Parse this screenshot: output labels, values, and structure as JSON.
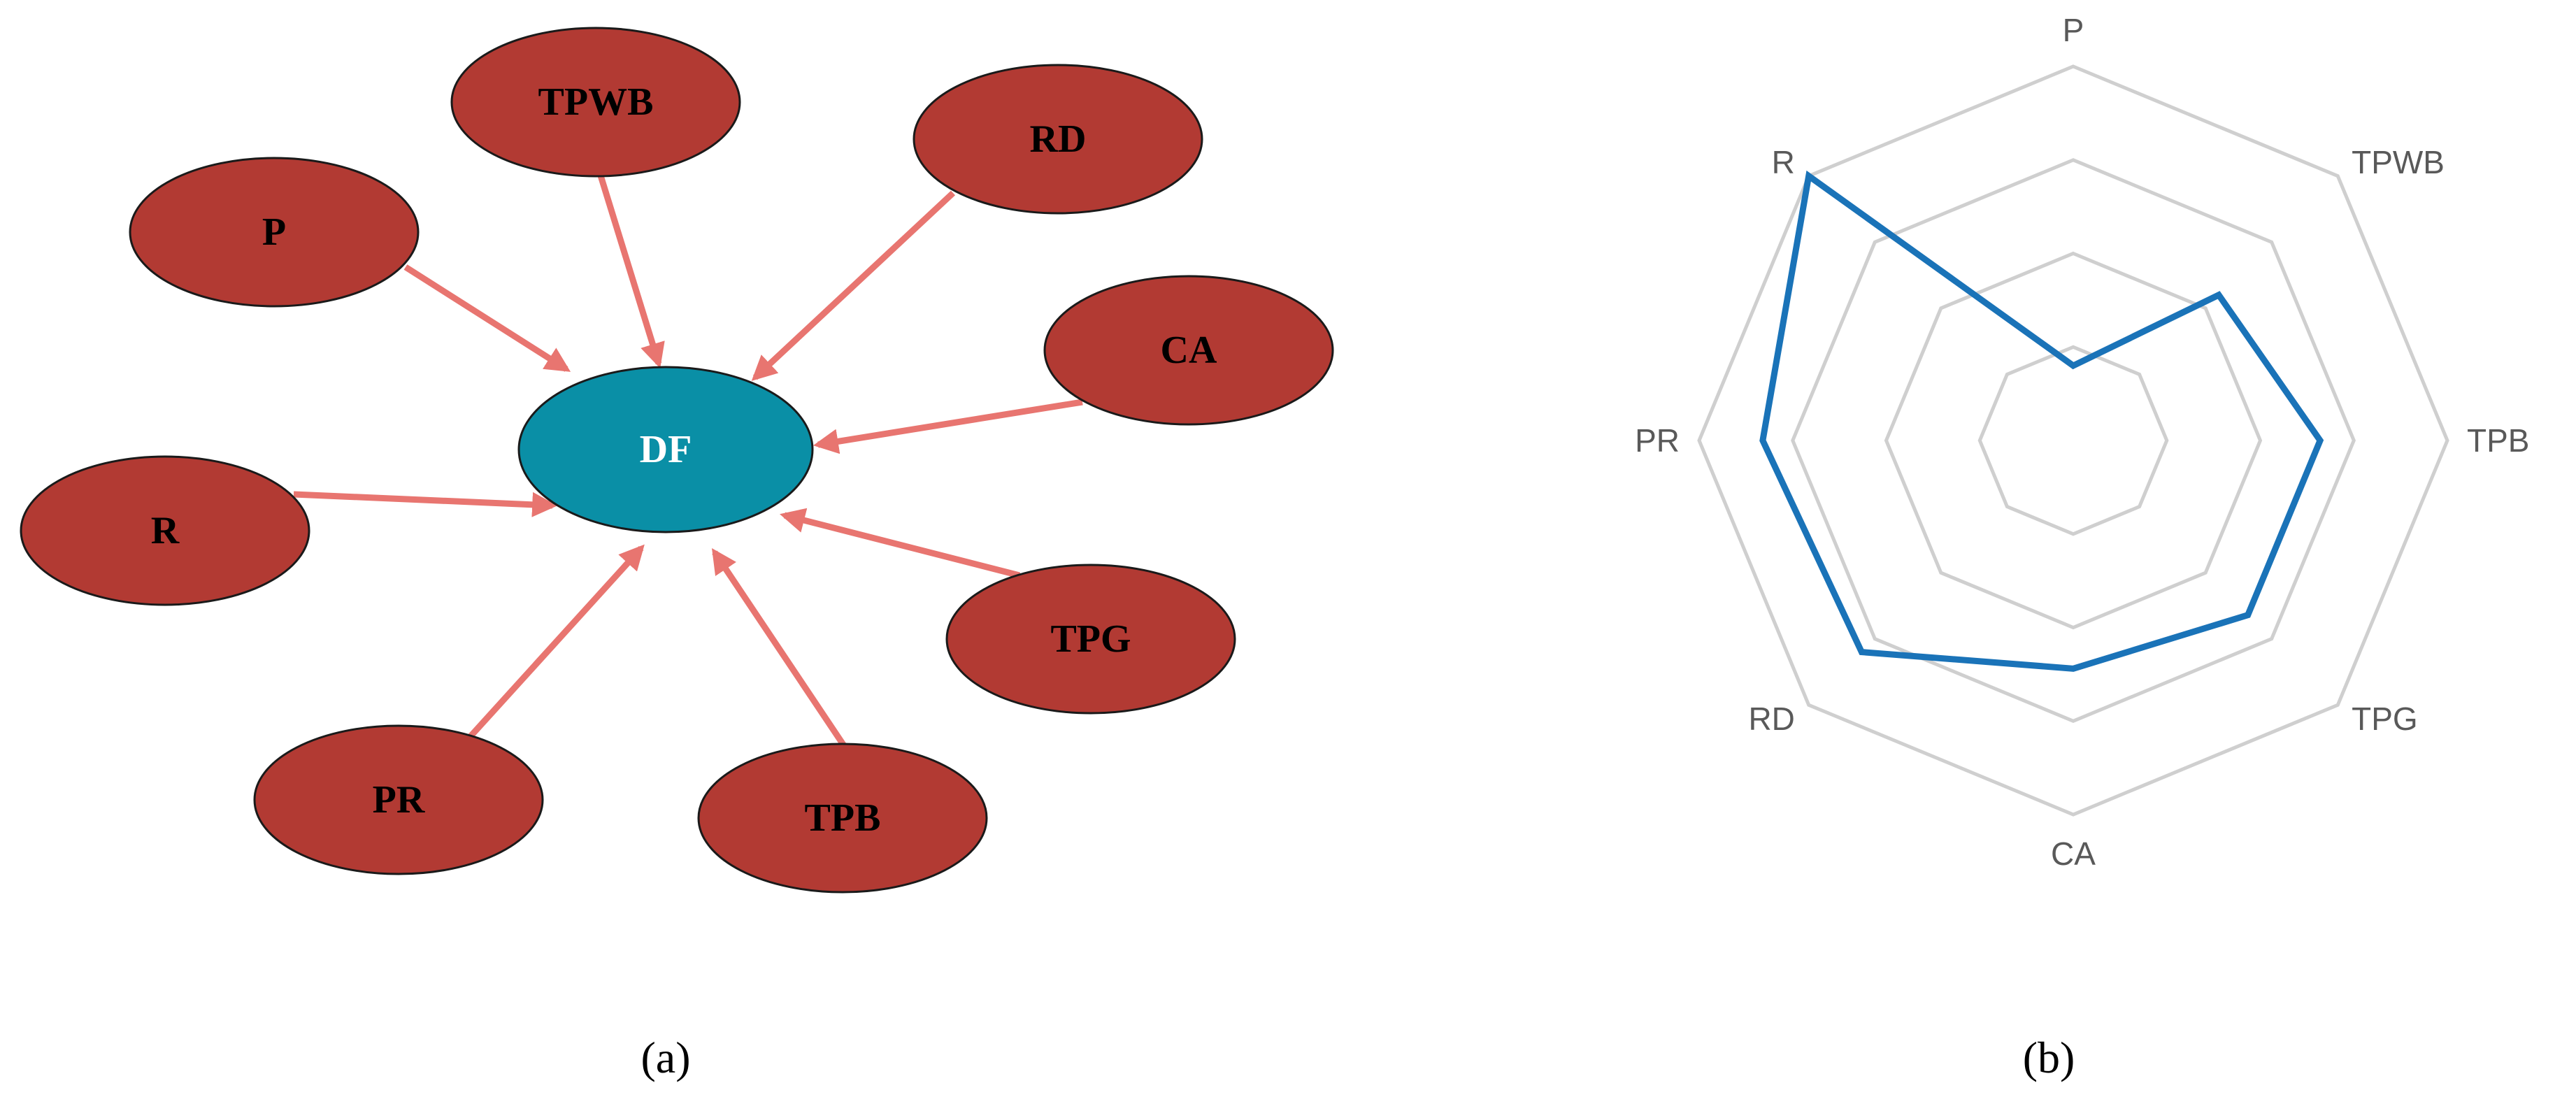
{
  "colors": {
    "node_fill": "#b23a33",
    "center_fill": "#0a8fa6",
    "arrow": "#e87570",
    "node_text": "#000000",
    "center_text": "#ffffff",
    "radar_grid": "#cfcfcf",
    "radar_line": "#1a73b8",
    "radar_label": "#595959"
  },
  "panel_a": {
    "caption": "(a)",
    "center_node": "DF",
    "nodes": [
      "TPWB",
      "RD",
      "P",
      "CA",
      "R",
      "TPG",
      "PR",
      "TPB"
    ]
  },
  "panel_b": {
    "caption": "(b)",
    "chart_data": {
      "type": "radar",
      "axes": [
        "P",
        "TPWB",
        "TPB",
        "TPG",
        "CA",
        "RD",
        "PR",
        "R"
      ],
      "rings": 4,
      "values": [
        0.2,
        0.55,
        0.66,
        0.66,
        0.61,
        0.8,
        0.83,
        1.0
      ]
    }
  }
}
